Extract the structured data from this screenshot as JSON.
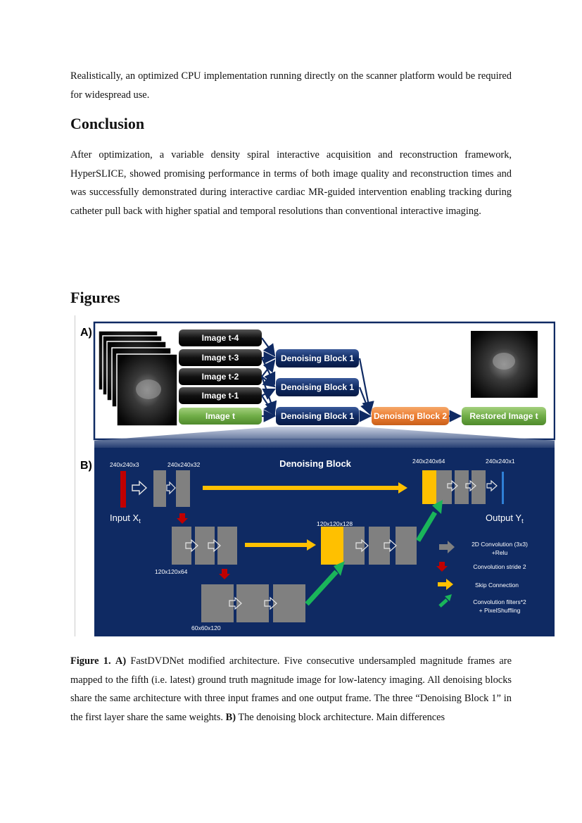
{
  "text": {
    "para1": "Realistically, an optimized CPU implementation running directly on the scanner platform would be required for widespread use.",
    "conclusion_heading": "Conclusion",
    "conclusion_body": "After optimization, a variable density spiral interactive acquisition and reconstruction framework, HyperSLICE, showed promising performance in terms of both image quality and reconstruction times and was successfully demonstrated during interactive cardiac MR-guided intervention enabling tracking during catheter pull back with higher spatial and temporal resolutions than conventional interactive imaging.",
    "figures_heading": "Figures"
  },
  "figure": {
    "panel_a": {
      "label": "A)",
      "inputs": [
        "Image t-4",
        "Image t-3",
        "Image t-2",
        "Image t-1",
        "Image t"
      ],
      "block1": "Denoising Block 1",
      "block2": "Denoising Block 2",
      "output": "Restored Image t"
    },
    "panel_b": {
      "label": "B)",
      "title": "Denoising Block",
      "dims": {
        "d1": "240x240x3",
        "d2": "240x240x32",
        "d3": "240x240x64",
        "d4": "240x240x1",
        "d5": "120x120x128",
        "d6": "120x120x64",
        "d7": "60x60x120"
      },
      "input_label": "Input X",
      "input_sub": "t",
      "output_label": "Output Y",
      "output_sub": "t",
      "legend": {
        "conv_line1": "2D Convolution (3x3)",
        "conv_line2": "+Relu",
        "stride": "Convolution stride 2",
        "skip": "Skip Connection",
        "ps_line1": "Convolution filters*2",
        "ps_line2": "+ PixelShuffling"
      }
    },
    "colors": {
      "navy": "#0f2a63",
      "gold": "#ffc000",
      "green_arrow": "#1ab55a",
      "red_arrow": "#c00000",
      "block_gray": "#808080",
      "orange_block": "#ed7d31",
      "green_block": "#70ad47"
    }
  },
  "caption": {
    "fig_label": "Figure 1.",
    "a_label": "A)",
    "a_text": " FastDVDNet modified architecture. Five consecutive undersampled magnitude frames are mapped to the fifth (i.e. latest) ground truth magnitude image for low-latency imaging. All denoising blocks share the same architecture with three input frames and one output frame. The three “Denoising Block 1” in the first layer share the same weights. ",
    "b_label": "B)",
    "b_text": " The denoising block architecture. Main differences"
  }
}
